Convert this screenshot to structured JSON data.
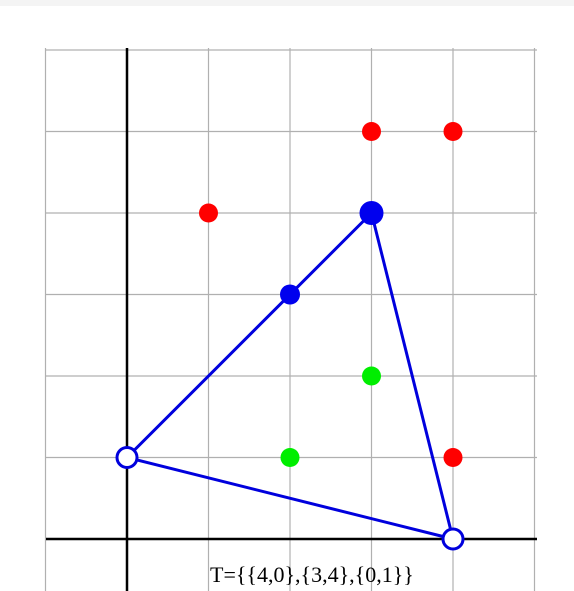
{
  "diagram": {
    "label": "T={{4,0},{3,4},{0,1}}",
    "grid": {
      "x_min": -1,
      "x_max": 5,
      "y_min": 0,
      "y_max": 6,
      "shown": true
    },
    "colors": {
      "grid": "#b0b0b0",
      "axis": "#000000",
      "triangle": "#0000dd",
      "red_point": "#ff0000",
      "green_point": "#00ee00",
      "blue_point": "#0000ee"
    },
    "triangle_vertices": [
      {
        "x": 4,
        "y": 0,
        "style": "open"
      },
      {
        "x": 3,
        "y": 4,
        "style": "filled-large"
      },
      {
        "x": 0,
        "y": 1,
        "style": "open"
      }
    ],
    "blue_points": [
      {
        "x": 2,
        "y": 3
      }
    ],
    "red_points": [
      {
        "x": 3,
        "y": 5
      },
      {
        "x": 4,
        "y": 5
      },
      {
        "x": 1,
        "y": 4
      },
      {
        "x": 4,
        "y": 1
      }
    ],
    "green_points": [
      {
        "x": 3,
        "y": 2
      },
      {
        "x": 2,
        "y": 1
      }
    ]
  }
}
